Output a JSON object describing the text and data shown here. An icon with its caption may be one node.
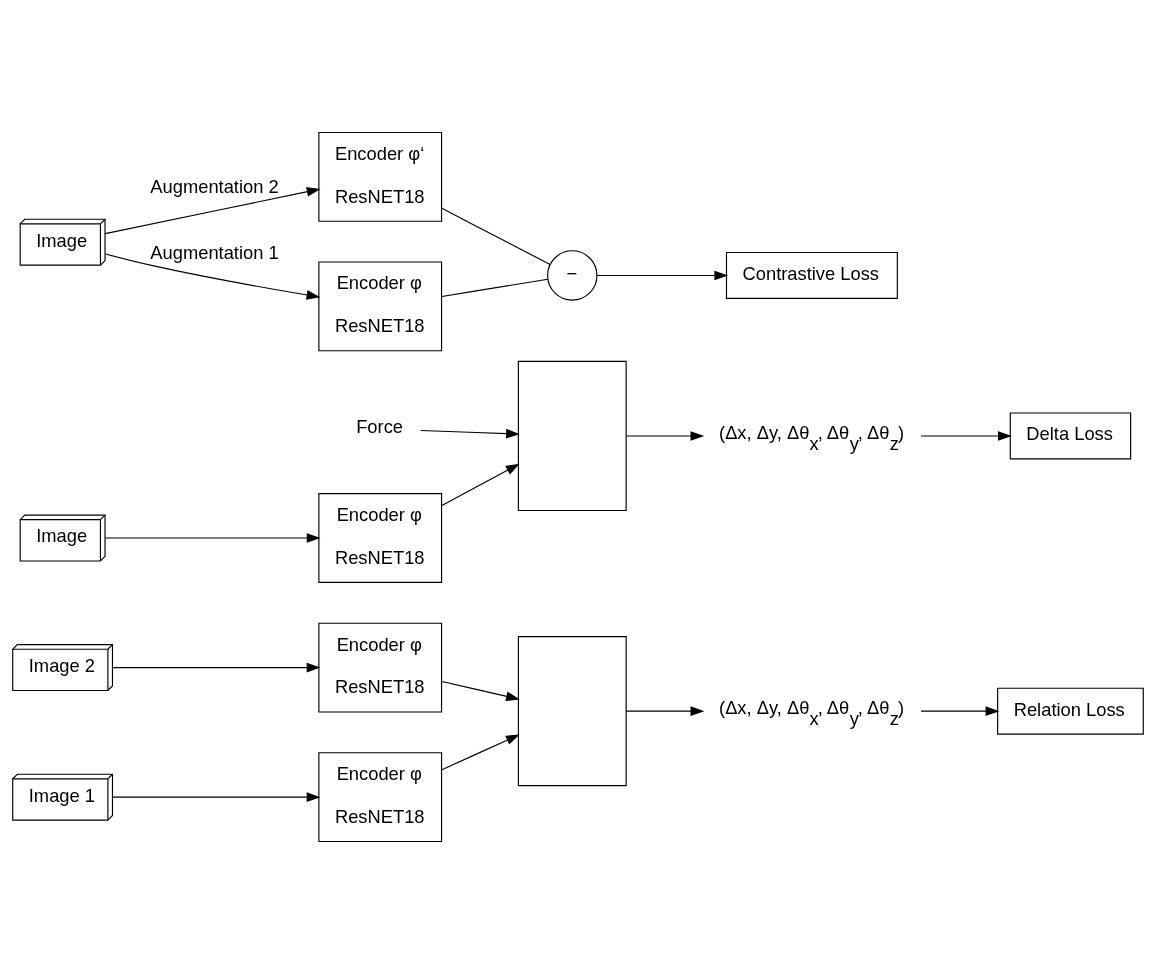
{
  "diagram": {
    "nodes": [
      {
        "text": [
          "Image"
        ]
      },
      {
        "text": [
          "Encoder φ",
          "ResNET18"
        ]
      },
      {
        "text": [
          "Encoder φ‘",
          "ResNET18"
        ]
      },
      {
        "text": [
          "−"
        ]
      },
      {
        "text": [
          "Contrastive Loss"
        ]
      },
      {
        "text": [
          "Image"
        ]
      },
      {
        "text": [
          "Encoder φ",
          "ResNET18"
        ]
      },
      {
        "text": [],
        "shape": "box"
      },
      {
        "text": [
          "Force"
        ]
      },
      {
        "text": [
          "(Δx, Δy, Δθ$_{x}$, Δθ$_{y}$, Δθ$_{z}$)"
        ]
      },
      {
        "text": [
          "Delta Loss"
        ]
      },
      {
        "text": [
          "Image 1"
        ]
      },
      {
        "text": [
          "Encoder φ",
          "ResNET18"
        ]
      },
      {
        "text": [
          "Image 2"
        ]
      },
      {
        "text": [
          "Encoder φ",
          "ResNET18"
        ]
      },
      {
        "text": [],
        "shape": "box"
      },
      {
        "text": [
          "(Δx, Δy, Δθ$_{x}$, Δθ$_{y}$, Δθ$_{z}$)"
        ]
      },
      {
        "text": [
          "Relation Loss"
        ]
      }
    ],
    "edges": [
      {
        "from": 0,
        "to": 1,
        "arrow": "to",
        "label": "Augmentation 1"
      },
      {
        "from": 0,
        "to": 2,
        "arrow": "to",
        "label": "Augmentation 2"
      },
      {
        "from": 1,
        "to": 3,
        "arrow": "none"
      },
      {
        "from": 2,
        "to": 3,
        "arrow": "none"
      },
      {
        "from": 3,
        "to": 4,
        "arrow": "to"
      },
      {
        "from": 5,
        "to": 6,
        "arrow": "to"
      },
      {
        "from": 6,
        "to": 7,
        "arrow": "to"
      },
      {
        "from": 8,
        "to": 7,
        "arrow": "to"
      },
      {
        "from": 7,
        "to": 9,
        "arrow": "to"
      },
      {
        "from": 9,
        "to": 10,
        "arrow": "to"
      },
      {
        "from": 11,
        "to": 12,
        "arrow": "to"
      },
      {
        "from": 13,
        "to": 14,
        "arrow": "to"
      },
      {
        "from": 12,
        "to": 15,
        "arrow": "to"
      },
      {
        "from": 14,
        "to": 15,
        "arrow": "to"
      },
      {
        "from": 15,
        "to": 16,
        "arrow": "to"
      },
      {
        "from": 16,
        "to": 17,
        "arrow": "to"
      }
    ]
  }
}
